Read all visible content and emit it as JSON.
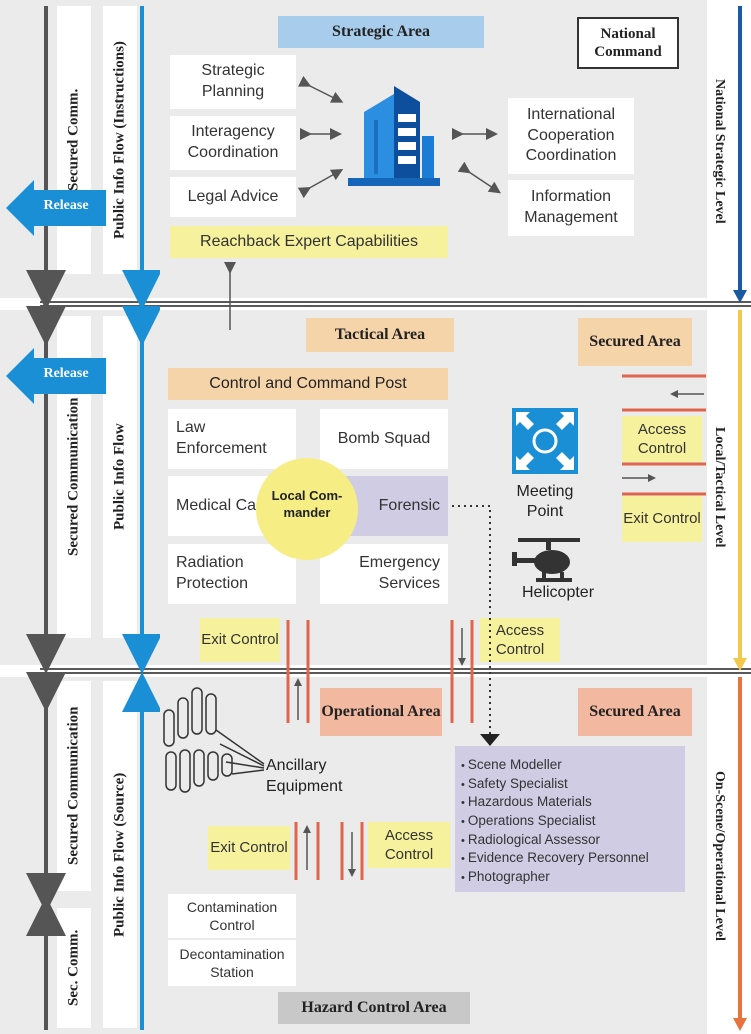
{
  "levels": {
    "national": "National Strategic Level",
    "local": "Local/Tactical Level",
    "onscene": "On-Scene/Operational Level"
  },
  "left_columns": {
    "top_secured": "Secured Comm.",
    "top_public": "Public Info Flow (Instructions)",
    "mid_secured": "Secured Communication",
    "mid_public": "Public Info Flow",
    "bot_secured": "Secured Communication",
    "bot_sec": "Sec. Comm.",
    "bot_public": "Public Info Flow (Source)",
    "release_top": "Release",
    "release_mid": "Release"
  },
  "strategic": {
    "title": "Strategic Area",
    "national_command": "National Command",
    "planning": "Strategic Planning",
    "interagency": "Interagency Coordination",
    "legal": "Legal Advice",
    "international": "International Cooperation Coordination",
    "information": "Information Management",
    "reachback": "Reachback Expert Capabilities"
  },
  "tactical": {
    "title": "Tactical Area",
    "secured": "Secured Area",
    "post": "Control and Command Post",
    "law": "Law Enforcement",
    "bomb": "Bomb Squad",
    "medical": "Medical Care",
    "forensic": "Forensic",
    "radiation": "Radiation Protection",
    "emergency": "Emergency Services",
    "commander": "Local Com-mander",
    "meeting": "Meeting Point",
    "helicopter": "Helicopter",
    "access_right": "Access Control",
    "exit_right": "Exit Control",
    "exit_bottom": "Exit Control",
    "access_bottom": "Access Control"
  },
  "operational": {
    "title": "Operational Area",
    "secured": "Secured Area",
    "ancillary": "Ancillary Equipment",
    "exit": "Exit Control",
    "access": "Access Control",
    "personnel": [
      "Scene Modeller",
      "Safety Specialist",
      "Hazardous Materials",
      "Operations Specialist",
      "Radiological Assessor",
      "Evidence Recovery Personnel",
      "Photographer"
    ],
    "contamination": "Contamination Control",
    "decontamination": "Decontamination Station",
    "hazard": "Hazard Control Area"
  },
  "colors": {
    "blue": "#1a8fd6",
    "yellow": "#f2c94c",
    "orange": "#e8733e",
    "panel": "#ebebeb"
  }
}
